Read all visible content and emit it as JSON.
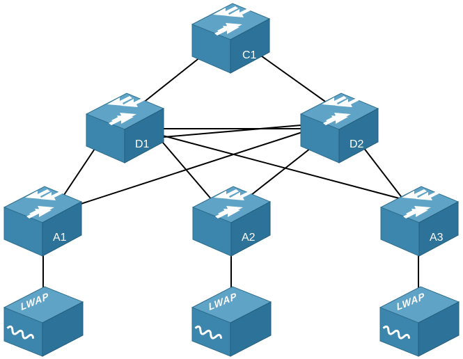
{
  "nodes": {
    "c1": {
      "label": "C1"
    },
    "d1": {
      "label": "D1"
    },
    "d2": {
      "label": "D2"
    },
    "a1": {
      "label": "A1"
    },
    "a2": {
      "label": "A2"
    },
    "a3": {
      "label": "A3"
    },
    "ap1": {
      "label": "LWAP"
    },
    "ap2": {
      "label": "LWAP"
    },
    "ap3": {
      "label": "LWAP"
    }
  },
  "links": [
    [
      "c1",
      "d1"
    ],
    [
      "c1",
      "d2"
    ],
    [
      "d1",
      "d2"
    ],
    [
      "d1",
      "a1"
    ],
    [
      "d1",
      "a2"
    ],
    [
      "d1",
      "a3"
    ],
    [
      "d2",
      "a1"
    ],
    [
      "d2",
      "a2"
    ],
    [
      "d2",
      "a3"
    ],
    [
      "a1",
      "ap1"
    ],
    [
      "a2",
      "ap2"
    ],
    [
      "a3",
      "ap3"
    ]
  ],
  "colors": {
    "device_top": "#5fa3c6",
    "device_side": "#3c86ad",
    "device_front": "#2d7299",
    "link": "#000000"
  }
}
